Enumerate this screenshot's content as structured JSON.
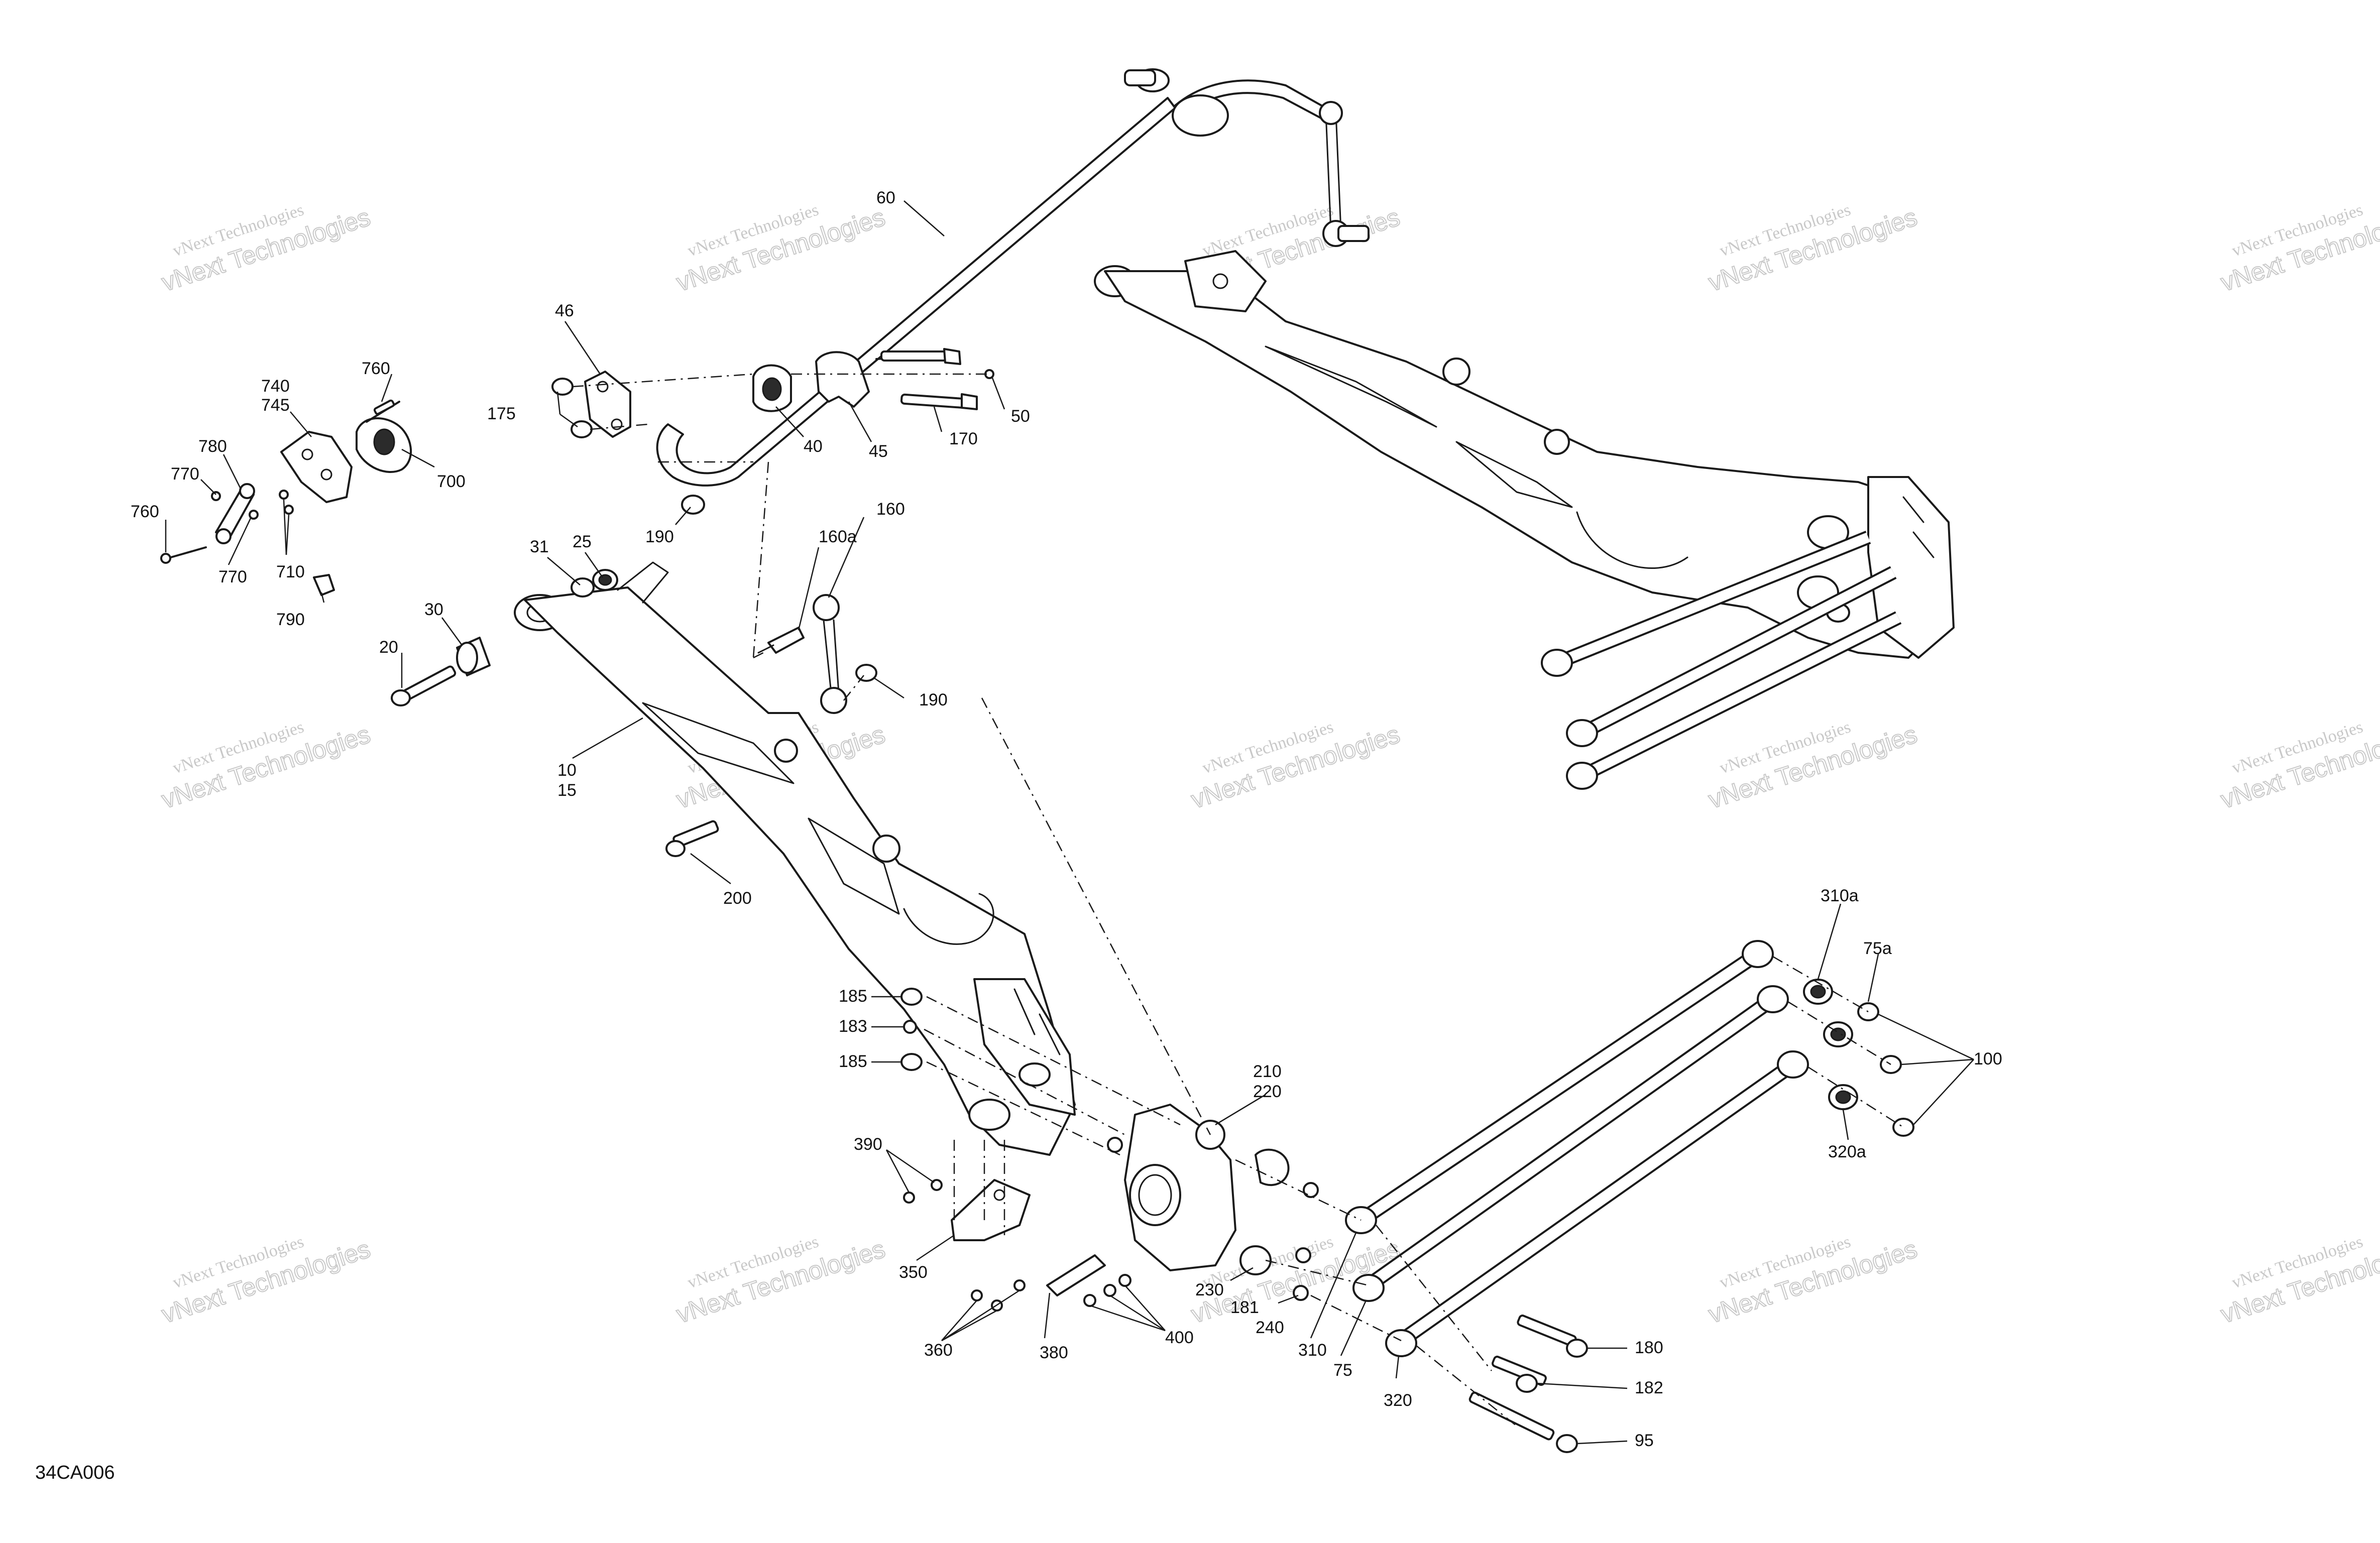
{
  "diagram_code": "34CA006",
  "watermark": {
    "line1": "vNext Technologies",
    "line2": "vNext Technologies"
  },
  "callouts": {
    "c60": "60",
    "c46": "46",
    "c175": "175",
    "c40": "40",
    "c45": "45",
    "c170": "170",
    "c50": "50",
    "c190a": "190",
    "c760a": "760",
    "c740": "740",
    "c745": "745",
    "c780": "780",
    "c770a": "770",
    "c760b": "760",
    "c770b": "770",
    "c710": "710",
    "c700": "700",
    "c790": "790",
    "c31": "31",
    "c25": "25",
    "c30": "30",
    "c20": "20",
    "c10": "10",
    "c15": "15",
    "c160": "160",
    "c160a": "160a",
    "c190b": "190",
    "c200": "200",
    "c185a": "185",
    "c183": "183",
    "c185b": "185",
    "c390": "390",
    "c350": "350",
    "c360": "360",
    "c380": "380",
    "c400": "400",
    "c210": "210",
    "c220": "220",
    "c230": "230",
    "c181": "181",
    "c240": "240",
    "c310": "310",
    "c75": "75",
    "c320": "320",
    "c310a": "310a",
    "c75a": "75a",
    "c100": "100",
    "c320a": "320a",
    "c180": "180",
    "c182": "182",
    "c95": "95"
  }
}
